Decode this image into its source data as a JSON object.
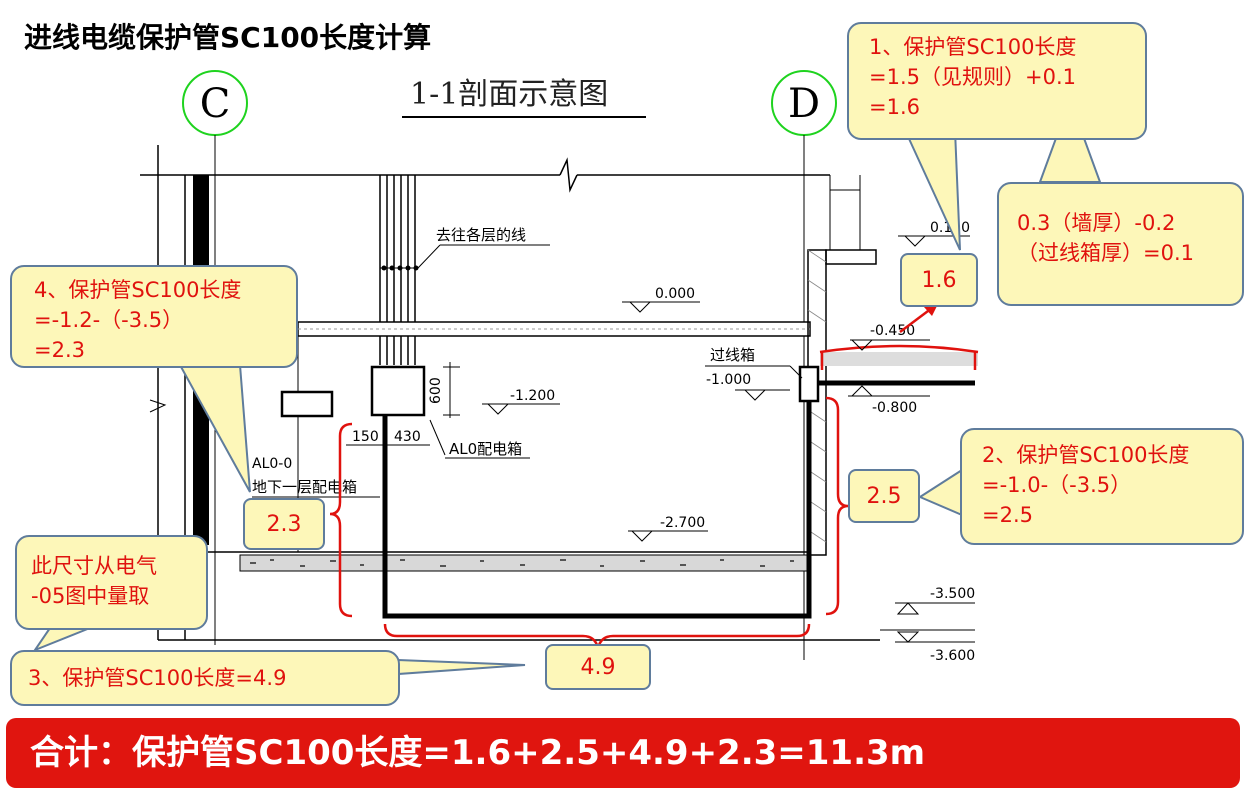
{
  "title": "进线电缆保护管SC100长度计算",
  "drawing": {
    "section_title": "1-1剖面示意图",
    "axis_c": "C",
    "axis_d": "D",
    "label_lines_to_floors": "去往各层的线",
    "label_junction_box": "过线箱",
    "label_al0_panel": "AL0配电箱",
    "label_al0_0": "AL0-0",
    "label_basement_panel": "地下一层配电箱",
    "dim_600": "600",
    "dim_150": "150",
    "dim_430": "430",
    "elevations": {
      "e_0_000": "0.000",
      "e_m0_450": "-0.450",
      "e_m1_000": "-1.000",
      "e_m0_800": "-0.800",
      "e_m1_200": "-1.200",
      "e_m2_700": "-2.700",
      "e_m3_500": "-3.500",
      "e_m3_600": "-3.600",
      "e_top_right": "0.150"
    }
  },
  "callouts": {
    "c1": [
      "1、保护管SC100长度",
      "=1.5（见规则）+0.1",
      "=1.6"
    ],
    "wall": [
      "0.3（墙厚）-0.2",
      "（过线箱厚）=0.1"
    ],
    "c4": [
      "4、保护管SC100长度",
      "=-1.2-（-3.5）",
      "=2.3"
    ],
    "c2": [
      "2、保护管SC100长度",
      "=-1.0-（-3.5）",
      "=2.5"
    ],
    "note": [
      "此尺寸从电气",
      "-05图中量取"
    ],
    "c3": [
      "3、保护管SC100长度=4.9"
    ]
  },
  "values": {
    "v1": "1.6",
    "v2": "2.5",
    "v3": "4.9",
    "v4": "2.3"
  },
  "total": "合计：保护管SC100长度=1.6+2.5+4.9+2.3=11.3m",
  "colors": {
    "accent_red": "#e0120e",
    "callout_fill": "#fdf7b9",
    "callout_border": "#5f7c9c",
    "banner": "#e0150f"
  }
}
